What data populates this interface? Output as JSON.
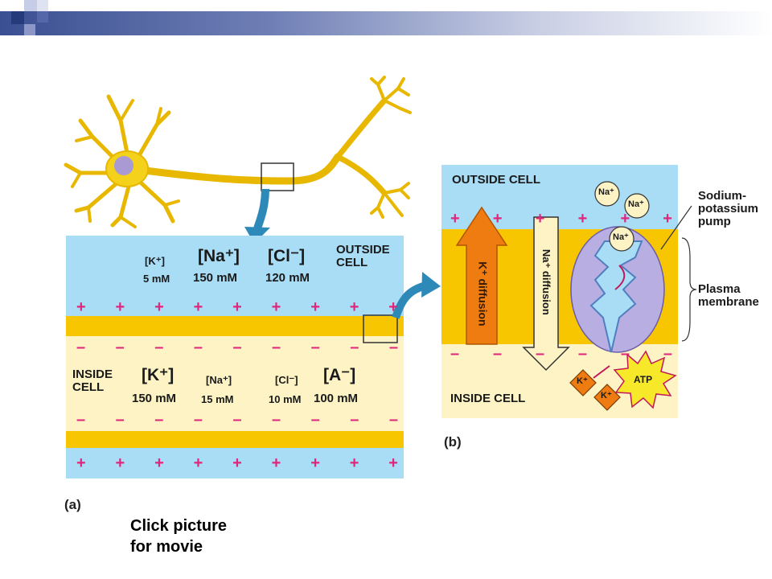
{
  "panel_a": {
    "tag": "(a)",
    "outside_cell_label": "OUTSIDE\nCELL",
    "inside_cell_label": "INSIDE\nCELL",
    "outside": {
      "k_ion": "[K⁺]",
      "k_conc": "5 mM",
      "na_ion": "[Na⁺]",
      "na_conc": "150 mM",
      "cl_ion": "[Cl⁻]",
      "cl_conc": "120 mM"
    },
    "inside": {
      "k_ion": "[K⁺]",
      "k_conc": "150 mM",
      "na_ion": "[Na⁺]",
      "na_conc": "15 mM",
      "cl_ion": "[Cl⁻]",
      "cl_conc": "10 mM",
      "a_ion": "[A⁻]",
      "a_conc": "100 mM"
    },
    "plus_sign": "+",
    "minus_sign": "–"
  },
  "panel_b": {
    "tag": "(b)",
    "outside_cell_label": "OUTSIDE CELL",
    "inside_cell_label": "INSIDE CELL",
    "k_diffusion": "K⁺ diffusion",
    "na_diffusion": "Na⁺ diffusion",
    "na_ion": "Na⁺",
    "k_ion": "K⁺",
    "atp": "ATP",
    "pump_label": "Sodium-\npotassium\npump",
    "membrane_label": "Plasma\nmembrane"
  },
  "caption": {
    "line1": "Click picture",
    "line2": "for movie"
  },
  "colors": {
    "extracellular": "#a9dcf5",
    "intracellular": "#fdf3c4",
    "membrane": "#f7c600",
    "neuron": "#f4d21c",
    "arrow_blue": "#2d8ab8",
    "k_arrow": "#ef7c10",
    "pump": "#b9aee2",
    "sign": "#e0267c",
    "header": "#3a4f92"
  }
}
